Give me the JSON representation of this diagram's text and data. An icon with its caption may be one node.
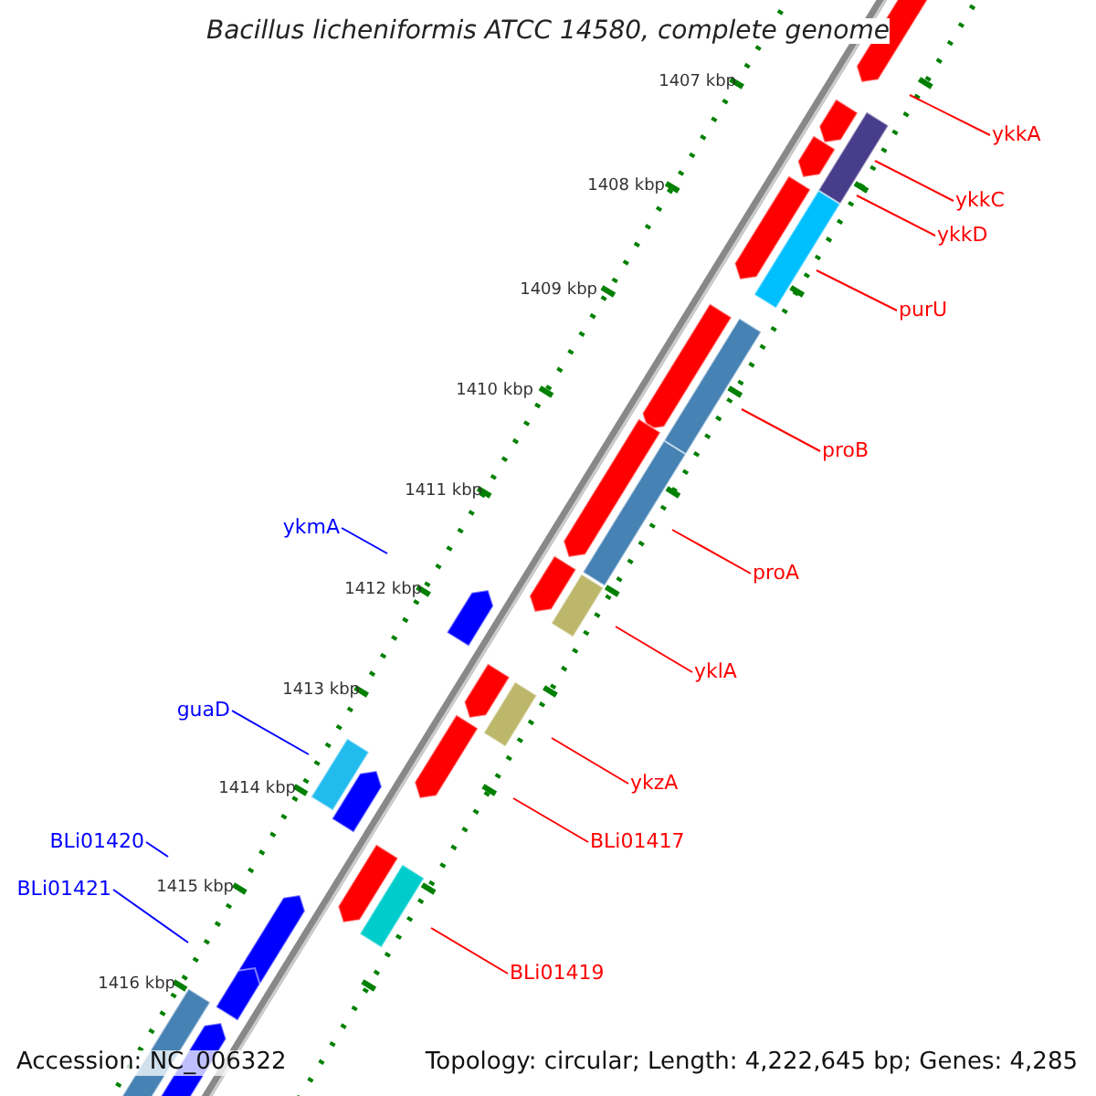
{
  "diagram": {
    "title": "Bacillus licheniformis ATCC 14580, complete genome",
    "nodes": [
      {
        "text": [
          "ykkA"
        ]
      },
      {
        "text": [
          "ykkC"
        ]
      },
      {
        "text": [
          "ykkD"
        ]
      },
      {
        "text": [
          "purU"
        ]
      },
      {
        "text": [
          "proB"
        ]
      },
      {
        "text": [
          "ykmA"
        ]
      },
      {
        "text": [
          "proA"
        ]
      },
      {
        "text": [
          "yklA"
        ]
      },
      {
        "text": [
          "guaD"
        ]
      },
      {
        "text": [
          "ykzA"
        ]
      },
      {
        "text": [
          "BLi01420"
        ]
      },
      {
        "text": [
          "BLi01417"
        ]
      },
      {
        "text": [
          "BLi01421"
        ]
      },
      {
        "text": [
          "BLi01419"
        ]
      }
    ],
    "edges": [
      {
        "from": 0,
        "to": null,
        "arrow": "none"
      },
      {
        "from": 1,
        "to": null,
        "arrow": "none"
      },
      {
        "from": 2,
        "to": null,
        "arrow": "none"
      },
      {
        "from": 3,
        "to": null,
        "arrow": "none"
      },
      {
        "from": 4,
        "to": null,
        "arrow": "none"
      },
      {
        "from": 5,
        "to": null,
        "arrow": "none",
        "color": "#0000ff"
      },
      {
        "from": 6,
        "to": null,
        "arrow": "none"
      },
      {
        "from": 7,
        "to": null,
        "arrow": "none"
      },
      {
        "from": 8,
        "to": null,
        "arrow": "none",
        "color": "#0000ff"
      },
      {
        "from": 9,
        "to": null,
        "arrow": "none"
      },
      {
        "from": 10,
        "to": null,
        "arrow": "none",
        "color": "#0000ff"
      },
      {
        "from": 11,
        "to": null,
        "arrow": "none"
      },
      {
        "from": 12,
        "to": null,
        "arrow": "none",
        "color": "#0000ff"
      },
      {
        "from": 13,
        "to": null,
        "arrow": "none"
      }
    ],
    "labels": [
      "1407 kbp",
      "1408 kbp",
      "1409 kbp",
      "1410 kbp",
      "1411 kbp",
      "1412 kbp",
      "1413 kbp",
      "1414 kbp",
      "1415 kbp",
      "1416 kbp",
      "Accession: NC_006322",
      "Topology: circular; Length: 4,222,645 bp; Genes: 4,285"
    ]
  }
}
